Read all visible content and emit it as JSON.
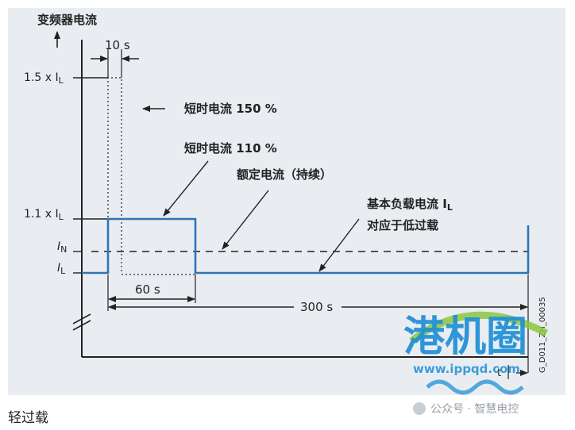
{
  "labels": {
    "y_axis": "变频器电流",
    "y_1_5": "1.5 x I",
    "y_1_5_sub": "L",
    "y_1_1": "1.1 x I",
    "y_1_1_sub": "L",
    "y_in": "I",
    "y_in_sub": "N",
    "y_il": "I",
    "y_il_sub": "L",
    "dur_10s": "10 s",
    "dur_60s": "60 s",
    "dur_300s": "300 s",
    "short_150": "短时电流 150 %",
    "short_110": "短时电流 110 %",
    "rated": "额定电流（持续）",
    "base_load_1": "基本负载电流 I",
    "base_load_1_sub": "L",
    "base_load_2": "对应于低过载",
    "figure_id": "G_D011_ZH_00035",
    "t_label": "t"
  },
  "caption": "轻过载",
  "watermark": {
    "brand": "港机圈",
    "site": "www.ippqd.com",
    "account": "公众号 · 智慧电控"
  },
  "colors": {
    "panel": "#e9edf1",
    "signal": "#2e75b6",
    "axis": "#222222",
    "watermark_green": "#8cc63f",
    "watermark_blue": "#1f8fd6"
  }
}
